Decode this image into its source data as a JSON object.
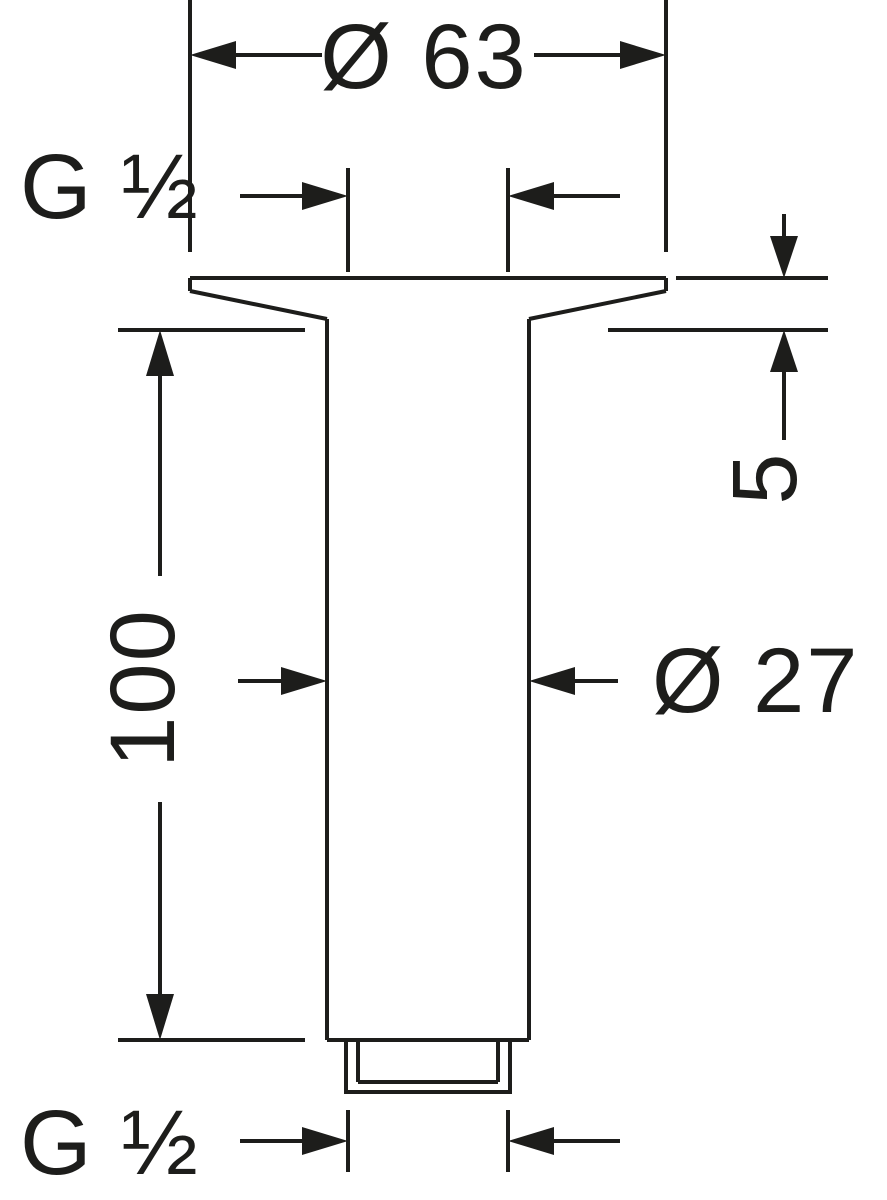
{
  "colors": {
    "line": "#1d1d1b",
    "background": "#ffffff"
  },
  "diagram": {
    "labels": {
      "top_diameter": "Ø 63",
      "top_thread": "G ½",
      "flange_height": "5",
      "pipe_length": "100",
      "pipe_diameter": "Ø 27",
      "bottom_thread": "G ½"
    }
  }
}
